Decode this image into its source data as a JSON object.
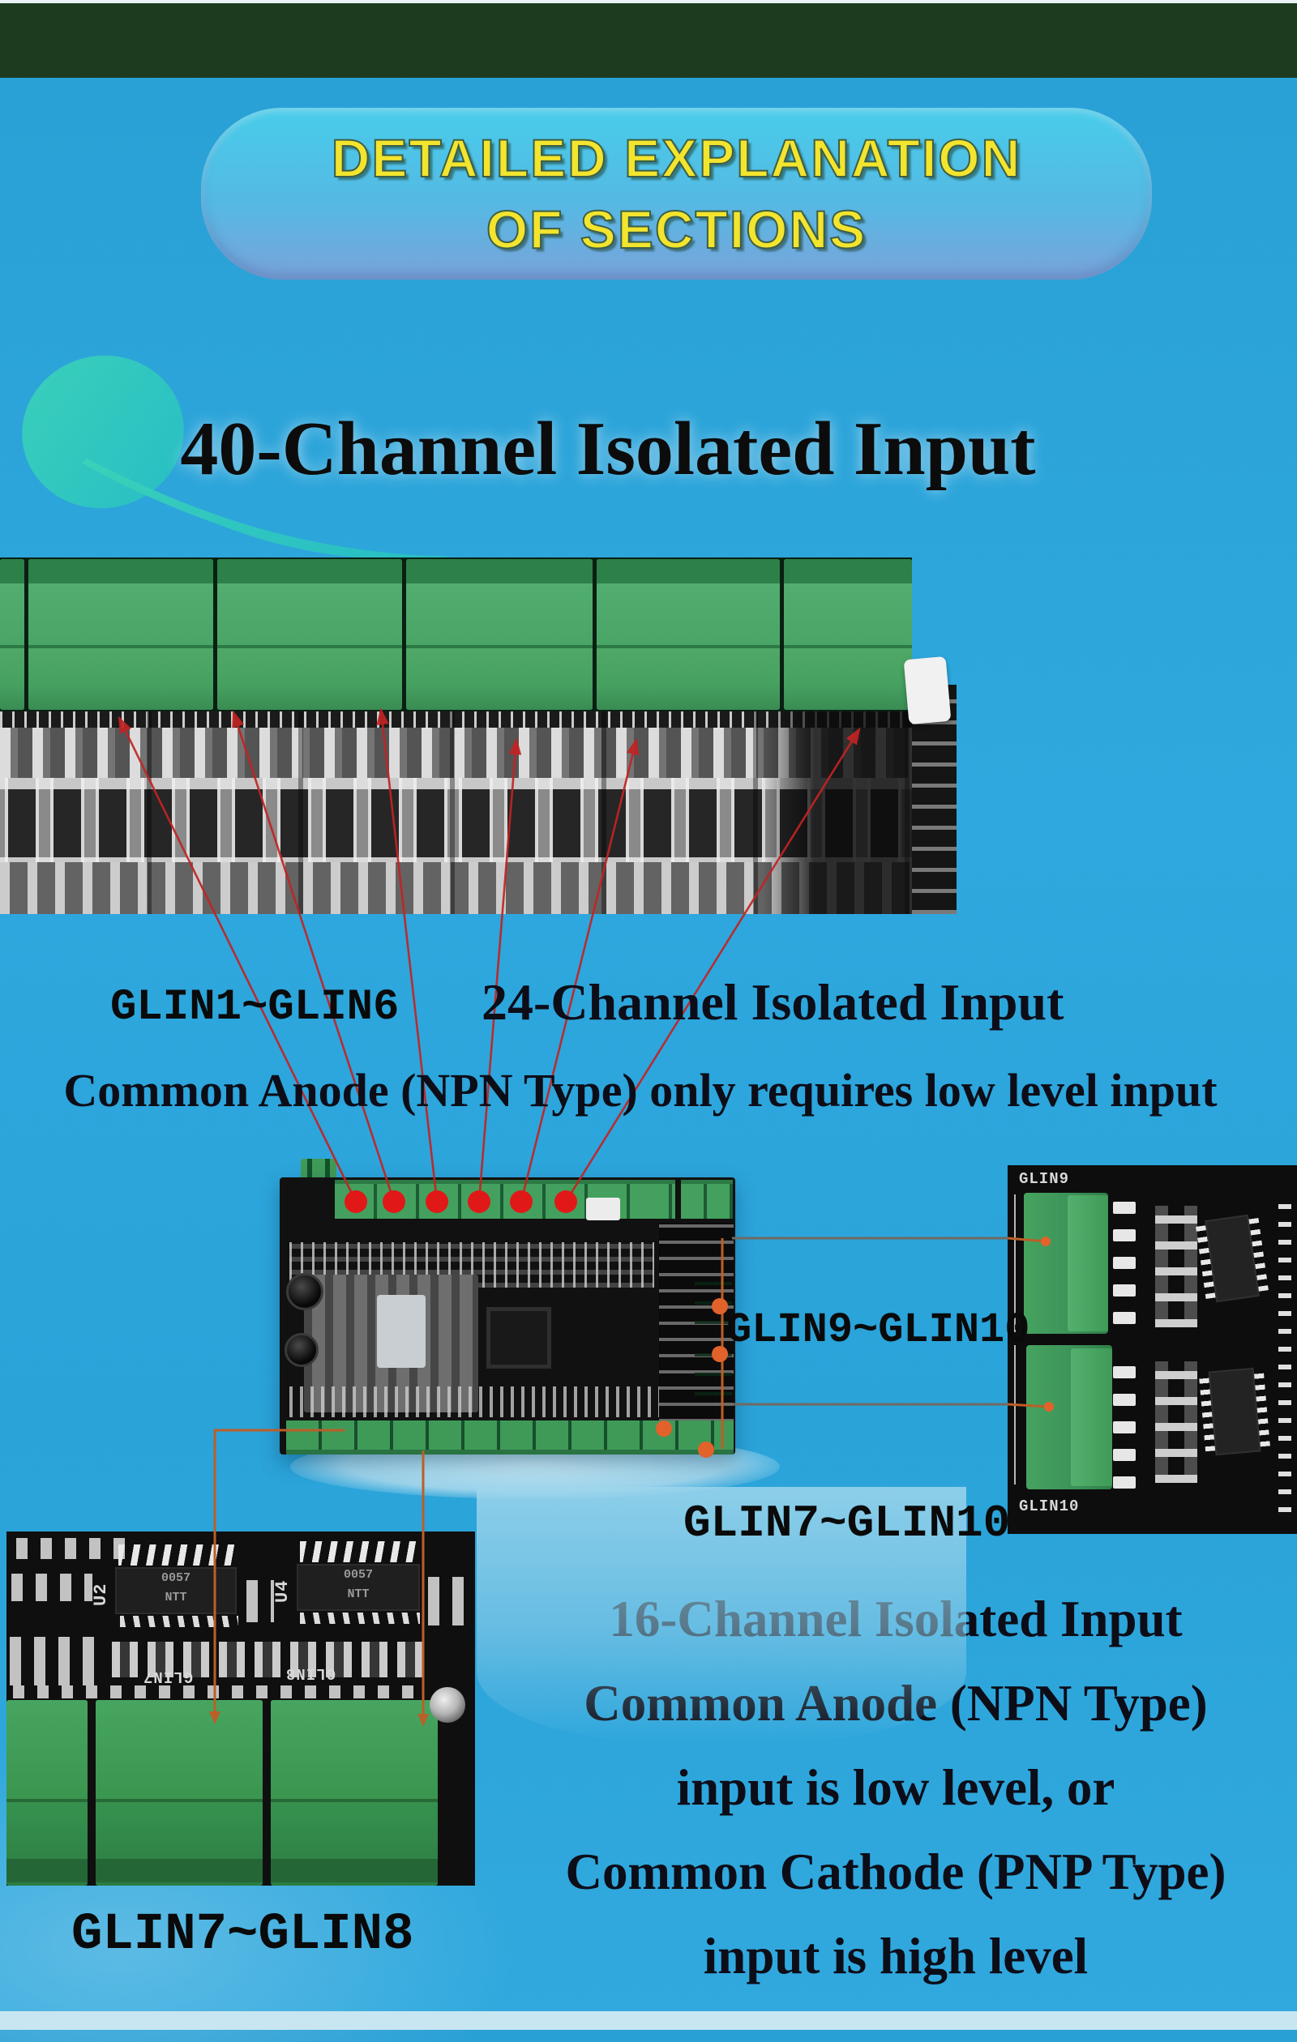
{
  "banner": {
    "line1": "DETAILED EXPLANATION",
    "line2": "OF SECTIONS"
  },
  "title": "40-Channel Isolated Input",
  "section_24": {
    "range_label": "GLIN1~GLIN6",
    "heading": "24-Channel Isolated Input",
    "note": "Common Anode (NPN Type) only requires low level input"
  },
  "section_right": {
    "range_label": "GLIN9~GLIN10"
  },
  "section_16": {
    "range_label": "GLIN7~GLIN10",
    "heading": "16-Channel Isolated Input",
    "line1": "Common Anode (NPN Type)",
    "line2": "input is low level, or",
    "line3": "Common Cathode (PNP Type)",
    "line4": "input is high level"
  },
  "section_bottom_left": {
    "range_label": "GLIN7~GLIN8"
  },
  "silkscreen": {
    "glin9": "GLIN9",
    "glin10": "GLIN10",
    "u2": "U2",
    "u4": "U4",
    "chip_marking_line1": "0057",
    "chip_marking_line2": "NTT",
    "glin7": "GLIN7",
    "glin8": "GLIN8"
  },
  "colors": {
    "top_bar": "#1d3b1f",
    "background": "#2aa5db",
    "banner_top": "#47cdea",
    "banner_bottom": "#7aa3da",
    "banner_text": "#f3e42e",
    "heading_text": "#0d0d18",
    "leader_red": "#c22323",
    "leader_orange": "#bb5f28",
    "terminal_green": "#46a361"
  }
}
